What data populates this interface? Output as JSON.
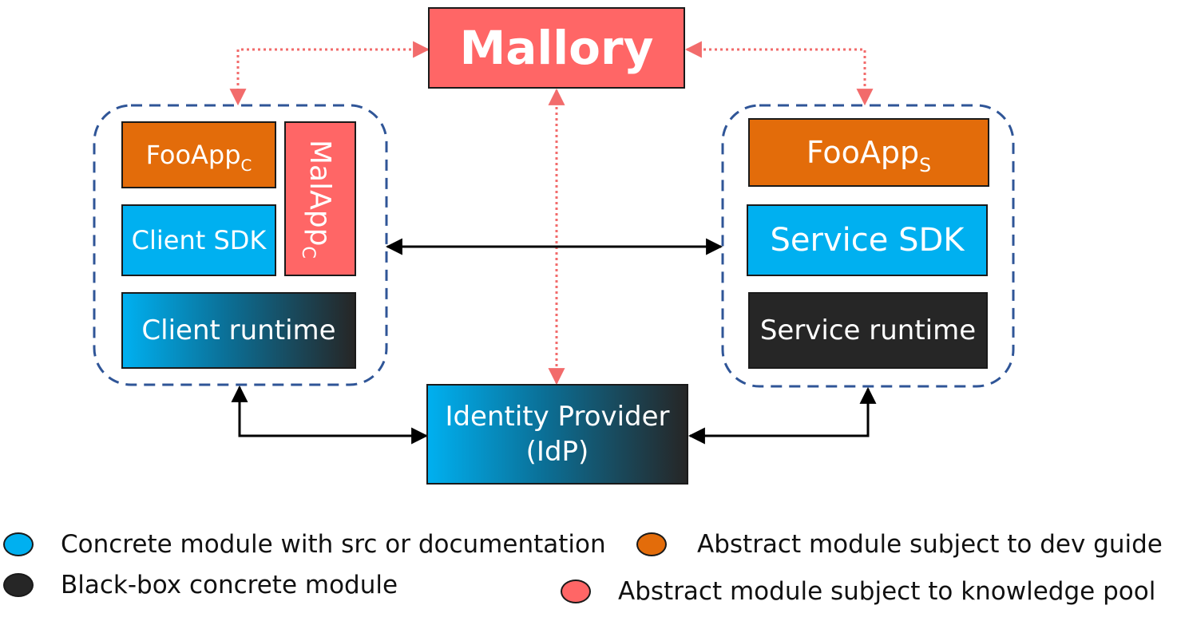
{
  "nodes": {
    "mallory": "Mallory",
    "fooapp_client": {
      "base": "FooApp",
      "sub": "C"
    },
    "malapp_client": {
      "base": "MalApp",
      "sub": "C"
    },
    "client_sdk": "Client SDK",
    "client_runtime": "Client runtime",
    "fooapp_service": {
      "base": "FooApp",
      "sub": "S"
    },
    "service_sdk": "Service SDK",
    "service_runtime": "Service runtime",
    "idp_line1": "Identity Provider",
    "idp_line2": "(IdP)"
  },
  "legend": [
    {
      "label": "Concrete module with src or documentation",
      "color": "#00B0F0"
    },
    {
      "label": "Abstract module subject to dev guide",
      "color": "#E36C0A"
    },
    {
      "label": "Black-box concrete module",
      "color": "#262626"
    },
    {
      "label": "Abstract module subject to knowledge pool",
      "color": "#FF6666"
    }
  ],
  "colors": {
    "concrete": "#00B0F0",
    "abstract_dev_guide": "#E36C0A",
    "black_box": "#262626",
    "knowledge_pool": "#FF6666",
    "group_border": "#2F5597",
    "attack_arrow": "#F26B6B",
    "normal_arrow": "#000000"
  }
}
